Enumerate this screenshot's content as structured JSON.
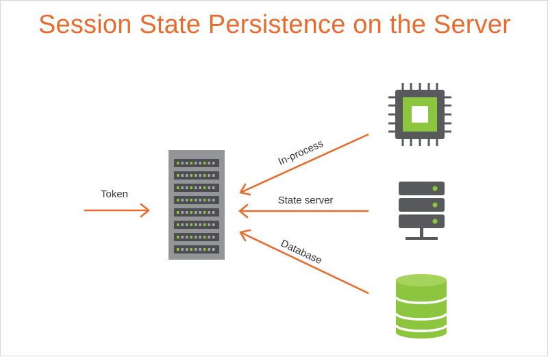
{
  "title": "Session State Persistence on the Server",
  "labels": {
    "token": "Token",
    "in_process": "In-process",
    "state_server": "State server",
    "database": "Database"
  },
  "colors": {
    "accent": "#ea6b2d",
    "green": "#8cc63f",
    "dark_gray": "#58595b",
    "rack_gray": "#939598"
  },
  "icons": [
    "server-rack-icon",
    "cpu-chip-icon",
    "state-server-icon",
    "database-icon"
  ]
}
